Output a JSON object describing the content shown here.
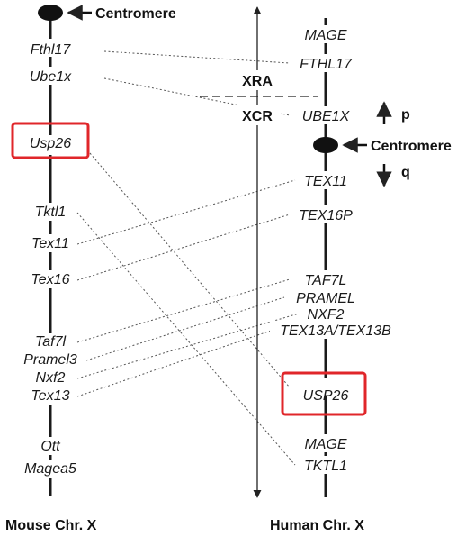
{
  "mouse_chromosome": {
    "label": "Mouse Chr. X",
    "centromere_label": "Centromere",
    "genes": [
      "Fthl17",
      "Ube1x",
      "Usp26",
      "Tktl1",
      "Tex11",
      "Tex16",
      "Taf7l",
      "Pramel3",
      "Nxf2",
      "Tex13",
      "Ott",
      "Magea5"
    ]
  },
  "human_chromosome": {
    "label": "Human Chr. X",
    "centromere_label": "Centromere",
    "genes": [
      "MAGE",
      "FTHL17",
      "UBE1X",
      "TEX11",
      "TEX16P",
      "TAF7L",
      "PRAMEL",
      "NXF2",
      "TEX13A/TEX13B",
      "USP26",
      "MAGE",
      "TKTL1"
    ]
  },
  "regions": {
    "xra": "XRA",
    "xcr": "XCR"
  },
  "arms": {
    "p": "p",
    "q": "q"
  },
  "highlight_color": "#e0262a"
}
